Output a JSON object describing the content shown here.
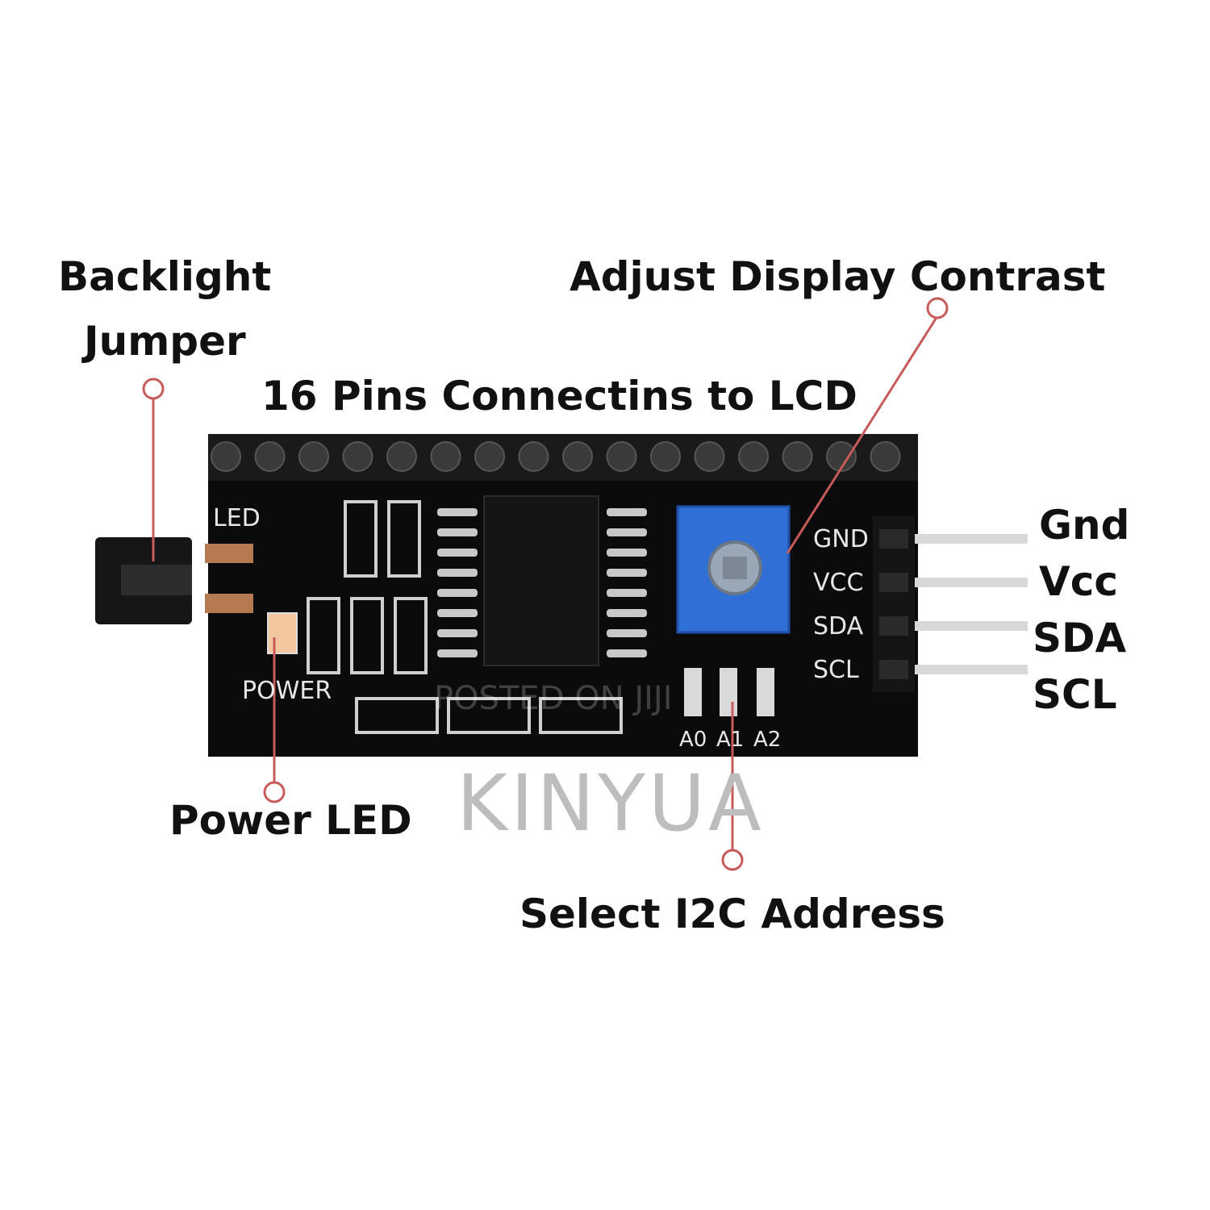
{
  "callouts": {
    "backlight_jumper_line1": "Backlight",
    "backlight_jumper_line2": "Jumper",
    "adjust_contrast": "Adjust Display Contrast",
    "pins_16": "16 Pins Connectins to LCD",
    "power_led": "Power LED",
    "select_i2c": "Select I2C Address"
  },
  "header_pins": {
    "gnd": "Gnd",
    "vcc": "Vcc",
    "sda": "SDA",
    "scl": "SCL"
  },
  "silkscreen": {
    "led": "LED",
    "power": "POWER",
    "gnd": "GND",
    "vcc": "VCC",
    "sda": "SDA",
    "scl": "SCL",
    "a0": "A0",
    "a1": "A1",
    "a2": "A2"
  },
  "watermarks": {
    "posted": "POSTED ON JIJI",
    "kinyua": "KINYUA"
  },
  "colors": {
    "pcb": "#0b0b0b",
    "pot": "#2f6fd6",
    "leader": "#c85a5a",
    "text": "#111111"
  }
}
